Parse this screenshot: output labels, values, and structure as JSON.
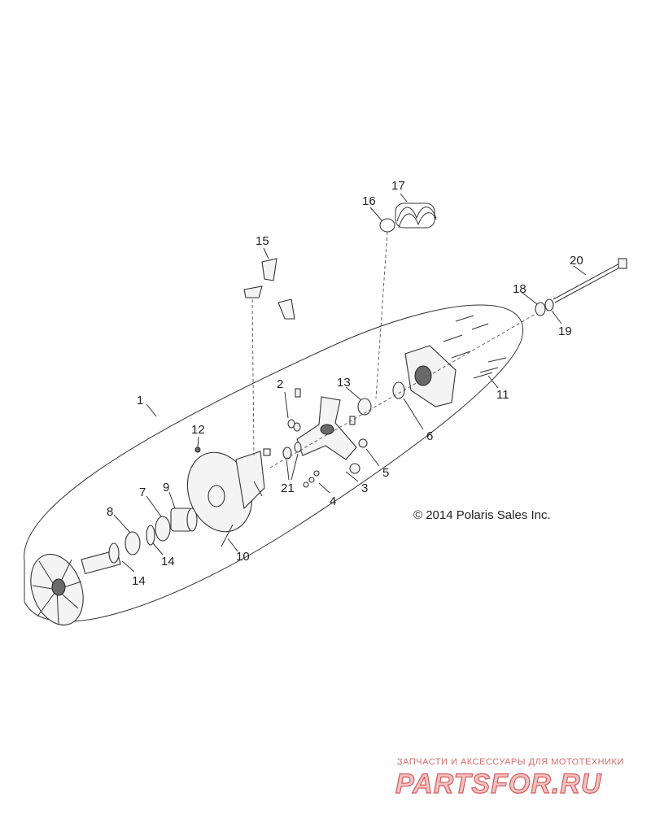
{
  "callouts": {
    "n1": "1",
    "n2": "2",
    "n3": "3",
    "n4": "4",
    "n5": "5",
    "n6": "6",
    "n7": "7",
    "n8": "8",
    "n9": "9",
    "n10": "10",
    "n11": "11",
    "n12": "12",
    "n13": "13",
    "n14a": "14",
    "n14b": "14",
    "n15": "15",
    "n16": "16",
    "n17": "17",
    "n18": "18",
    "n19": "19",
    "n20": "20",
    "n21": "21"
  },
  "copyright": "© 2014 Polaris Sales Inc.",
  "watermark": {
    "tagline": "ЗАПЧАСТИ И АКСЕССУАРЫ ДЛЯ МОТОТЕХНИКИ",
    "brand": "PARTSFOR.RU"
  }
}
